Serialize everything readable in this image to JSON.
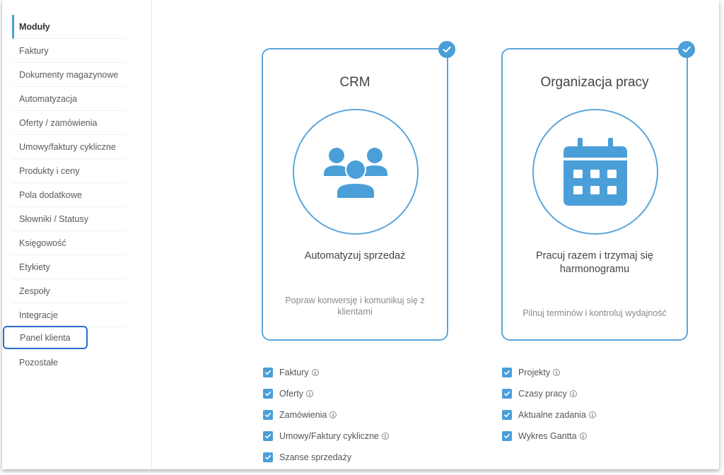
{
  "sidebar": {
    "items": [
      {
        "label": "Moduły"
      },
      {
        "label": "Faktury"
      },
      {
        "label": "Dokumenty magazynowe"
      },
      {
        "label": "Automatyzacja"
      },
      {
        "label": "Oferty / zamówienia"
      },
      {
        "label": "Umowy/faktury cykliczne"
      },
      {
        "label": "Produkty i ceny"
      },
      {
        "label": "Pola dodatkowe"
      },
      {
        "label": "Słowniki / Statusy"
      },
      {
        "label": "Księgowość"
      },
      {
        "label": "Etykiety"
      },
      {
        "label": "Zespoły"
      },
      {
        "label": "Integracje"
      },
      {
        "label": "Panel klienta"
      },
      {
        "label": "Pozostałe"
      }
    ]
  },
  "cards": [
    {
      "title": "CRM",
      "icon": "users-icon",
      "heading": "Automatyzuj sprzedaż",
      "description": "Popraw konwersję i komunikuj się z klientami",
      "features": [
        "Faktury",
        "Oferty",
        "Zamówienia",
        "Umowy/Faktury cykliczne",
        "Szanse sprzedaży"
      ]
    },
    {
      "title": "Organizacja pracy",
      "icon": "calendar-icon",
      "heading": "Pracuj razem i trzymaj się harmonogramu",
      "description": "Pilnuj terminów i kontroluj wydajność",
      "features": [
        "Projekty",
        "Czasy pracy",
        "Aktualne zadania",
        "Wykres Gantta"
      ]
    }
  ],
  "colors": {
    "accent": "#4a9fd8",
    "highlight_border": "#2a6dcc"
  }
}
